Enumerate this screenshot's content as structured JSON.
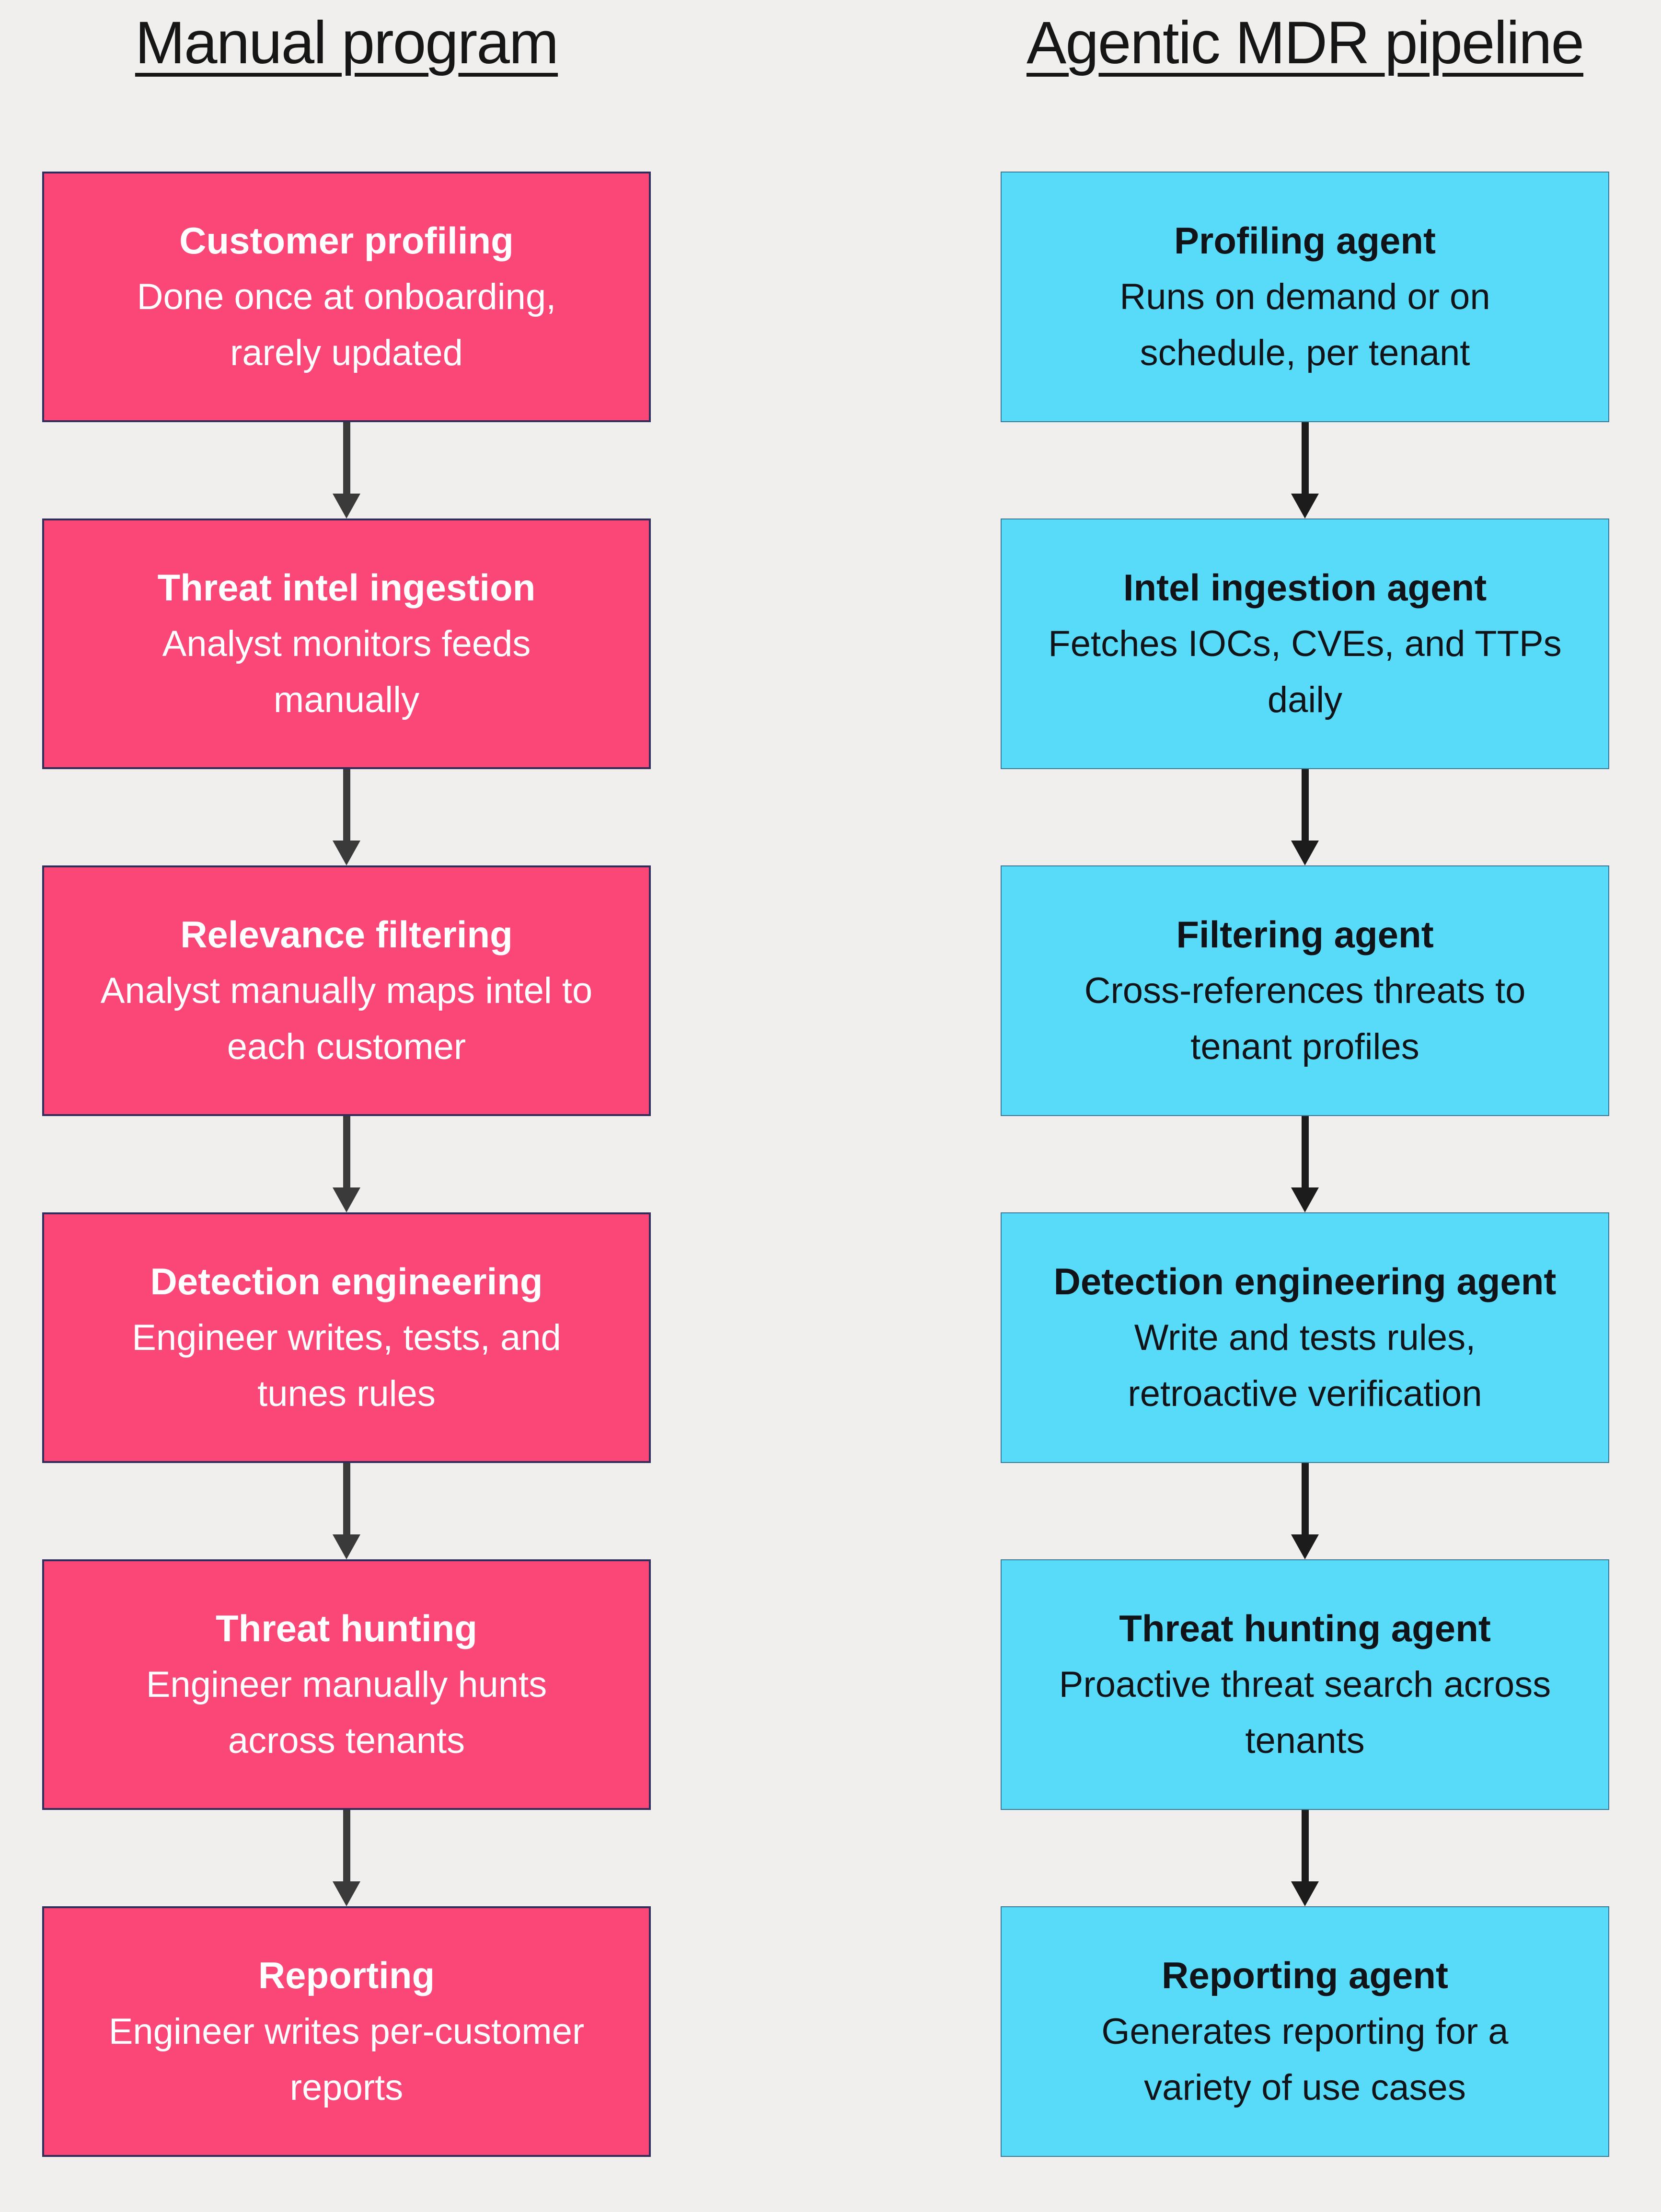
{
  "colors": {
    "background": "#f0efee",
    "title_ink": "#161616",
    "pink_fill": "#fb4778",
    "pink_border": "#312d5a",
    "pink_text": "#ffffff",
    "cyan_fill": "#57dbf8",
    "cyan_border": "#3c7795",
    "cyan_text": "#101418",
    "arrow_left": "#3a3a3a",
    "arrow_right": "#1c1c1c"
  },
  "columns": [
    {
      "title": "Manual program",
      "steps": [
        {
          "title": "Customer profiling",
          "line1": "Done once at onboarding,",
          "line2": "rarely updated"
        },
        {
          "title": "Threat intel ingestion",
          "line1": "Analyst monitors feeds",
          "line2": "manually"
        },
        {
          "title": "Relevance filtering",
          "line1": "Analyst manually maps intel to",
          "line2": "each customer"
        },
        {
          "title": "Detection engineering",
          "line1": "Engineer writes, tests, and",
          "line2": "tunes rules"
        },
        {
          "title": "Threat hunting",
          "line1": "Engineer manually hunts",
          "line2": "across tenants"
        },
        {
          "title": "Reporting",
          "line1": "Engineer writes per-customer",
          "line2": "reports"
        }
      ]
    },
    {
      "title": "Agentic MDR pipeline",
      "steps": [
        {
          "title": "Profiling agent",
          "line1": "Runs on demand or on",
          "line2": "schedule, per tenant"
        },
        {
          "title": "Intel ingestion agent",
          "line1": "Fetches IOCs, CVEs, and TTPs",
          "line2": "daily"
        },
        {
          "title": "Filtering agent",
          "line1": "Cross-references threats to",
          "line2": "tenant profiles"
        },
        {
          "title": "Detection engineering agent",
          "line1": "Write and tests rules,",
          "line2": "retroactive verification"
        },
        {
          "title": "Threat hunting agent",
          "line1": "Proactive threat search across",
          "line2": "tenants"
        },
        {
          "title": "Reporting agent",
          "line1": "Generates reporting for a",
          "line2": "variety of use cases"
        }
      ]
    }
  ]
}
